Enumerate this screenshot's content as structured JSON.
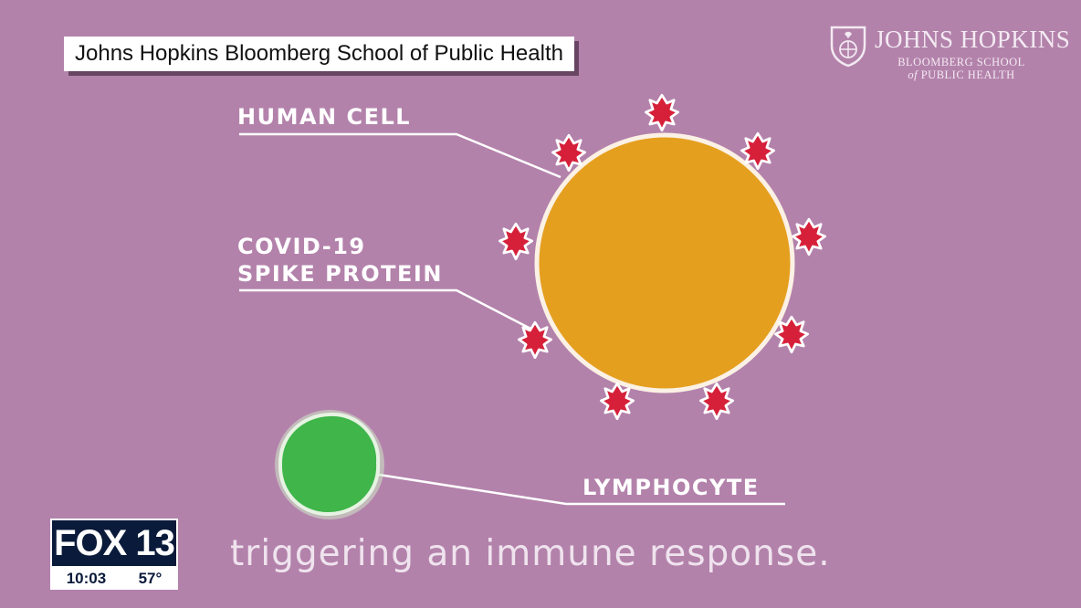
{
  "source_banner": "Johns Hopkins Bloomberg School of Public Health",
  "logo": {
    "name": "JOHNS HOPKINS",
    "school_line1": "BLOOMBERG SCHOOL",
    "school_line2_italic": "of",
    "school_line2": " PUBLIC HEALTH",
    "emblem": "shield-emblem-icon"
  },
  "labels": {
    "human_cell": "HUMAN CELL",
    "spike_line1": "COVID-19",
    "spike_line2": "SPIKE PROTEIN",
    "lymphocyte": "LYMPHOCYTE"
  },
  "caption": "triggering an immune response.",
  "station": {
    "logo": "FOX 13",
    "time": "10:03",
    "temperature": "57°"
  },
  "colors": {
    "background": "#b382ab",
    "human_cell": "#e59f1f",
    "spike_protein": "#d6203a",
    "lymphocyte": "#3fb54a"
  }
}
